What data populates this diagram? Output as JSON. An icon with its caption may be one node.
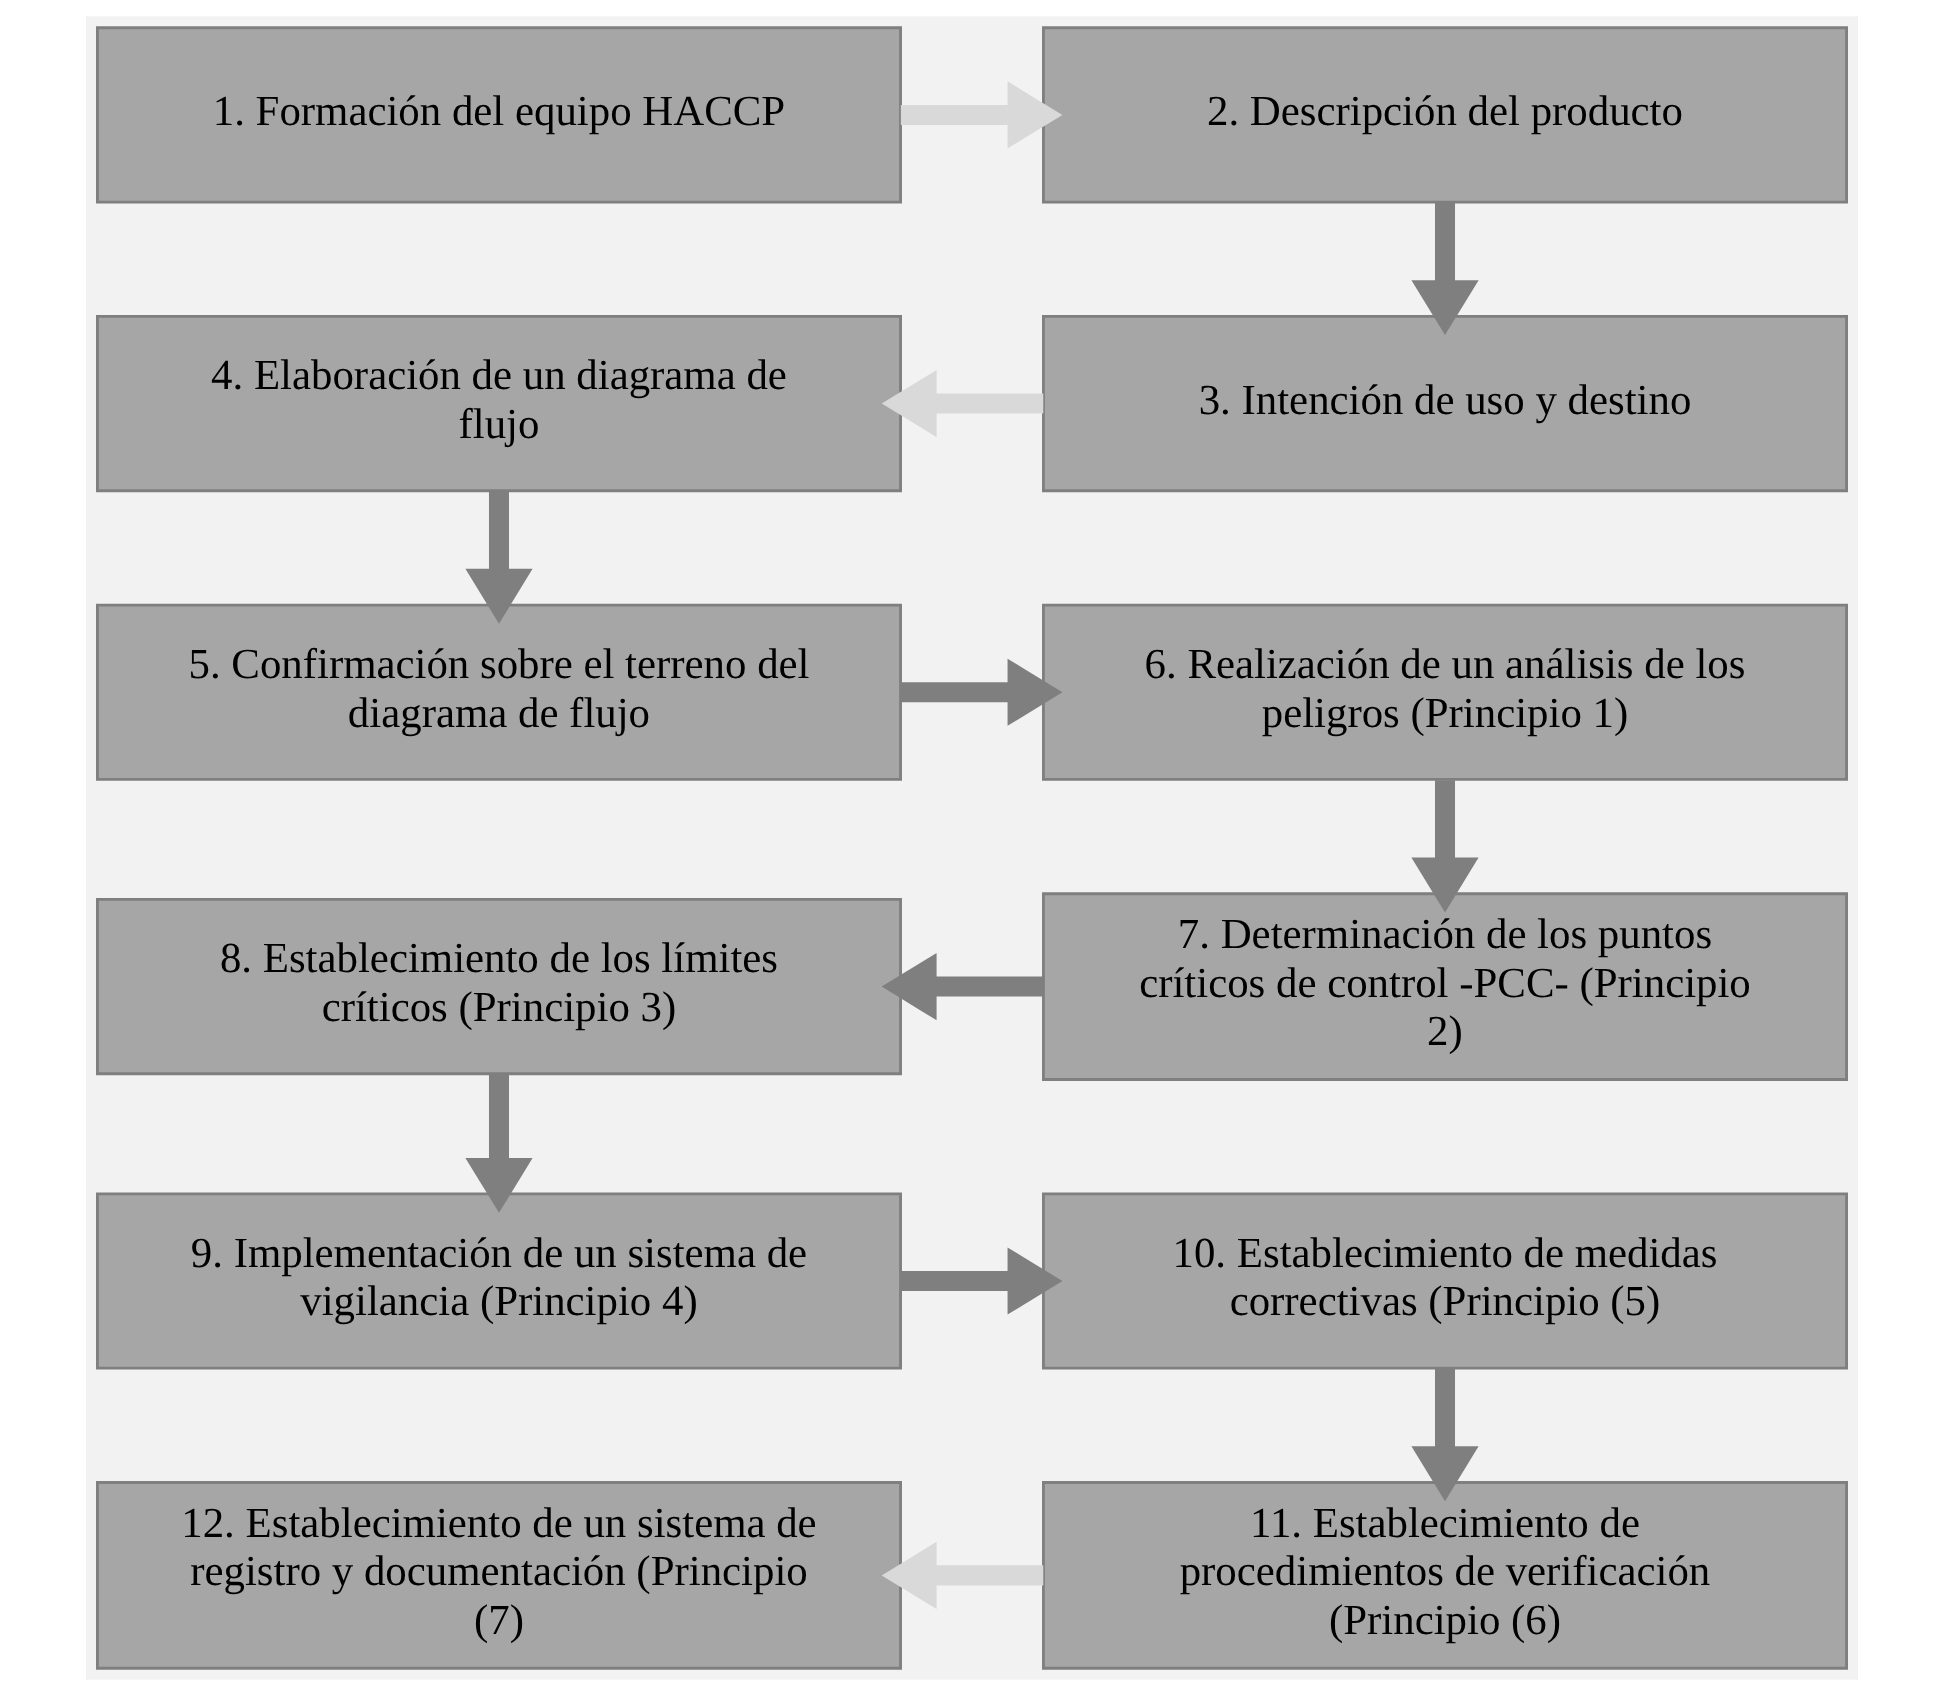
{
  "diagram": {
    "nodes": [
      {
        "text": [
          "1. Formación del equipo HACCP"
        ]
      },
      {
        "text": [
          "2. Descripción del producto"
        ]
      },
      {
        "text": [
          "3. Intención de uso y destino"
        ]
      },
      {
        "text": [
          "4. Elaboración de un diagrama de flujo"
        ]
      },
      {
        "text": [
          "5. Confirmación sobre el terreno del diagrama de flujo"
        ]
      },
      {
        "text": [
          "6. Realización de un análisis de los peligros (Principio 1)"
        ]
      },
      {
        "text": [
          "7. Determinación de los puntos críticos de control -PCC- (Principio 2)"
        ]
      },
      {
        "text": [
          "8. Establecimiento de los límites críticos (Principio 3)"
        ]
      },
      {
        "text": [
          "9. Implementación de un sistema de vigilancia (Principio 4)"
        ]
      },
      {
        "text": [
          "10. Establecimiento de medidas correctivas (Principio (5)"
        ]
      },
      {
        "text": [
          "11. Establecimiento de procedimientos de verificación (Principio (6)"
        ]
      },
      {
        "text": [
          "12. Establecimiento de un sistema de registro y documentación (Principio (7)"
        ]
      }
    ],
    "edges": [
      {
        "from": 0,
        "to": 1,
        "arrow": "to",
        "color": "#d9d9d9"
      },
      {
        "from": 1,
        "to": 2,
        "arrow": "to"
      },
      {
        "from": 2,
        "to": 3,
        "arrow": "to",
        "color": "#d9d9d9"
      },
      {
        "from": 3,
        "to": 4,
        "arrow": "to"
      },
      {
        "from": 4,
        "to": 5,
        "arrow": "to"
      },
      {
        "from": 5,
        "to": 6,
        "arrow": "to"
      },
      {
        "from": 6,
        "to": 7,
        "arrow": "to"
      },
      {
        "from": 7,
        "to": 8,
        "arrow": "to"
      },
      {
        "from": 8,
        "to": 9,
        "arrow": "to"
      },
      {
        "from": 9,
        "to": 10,
        "arrow": "to"
      },
      {
        "from": 10,
        "to": 11,
        "arrow": "to",
        "color": "#d9d9d9"
      }
    ]
  }
}
